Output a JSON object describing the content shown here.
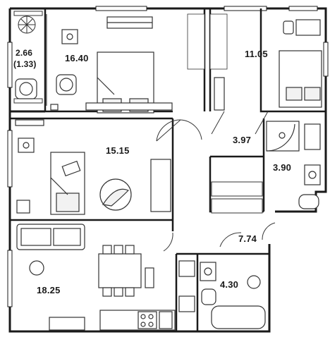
{
  "floor_plan": {
    "rooms": [
      {
        "id": "balcony",
        "area": "2.66",
        "area_secondary": "(1.33)"
      },
      {
        "id": "bedroom-1",
        "area": "16.40"
      },
      {
        "id": "bedroom-2",
        "area": "11.05"
      },
      {
        "id": "bedroom-3",
        "area": "15.15"
      },
      {
        "id": "hall",
        "area": "3.97"
      },
      {
        "id": "bathroom-1",
        "area": "3.90"
      },
      {
        "id": "corridor",
        "area": "7.74"
      },
      {
        "id": "bathroom-2",
        "area": "4.30"
      },
      {
        "id": "kitchen-living",
        "area": "18.25"
      }
    ]
  },
  "colors": {
    "wall": "#1a1a1a",
    "line": "#333333",
    "fill_light": "#f2f2f2",
    "background": "#ffffff"
  }
}
